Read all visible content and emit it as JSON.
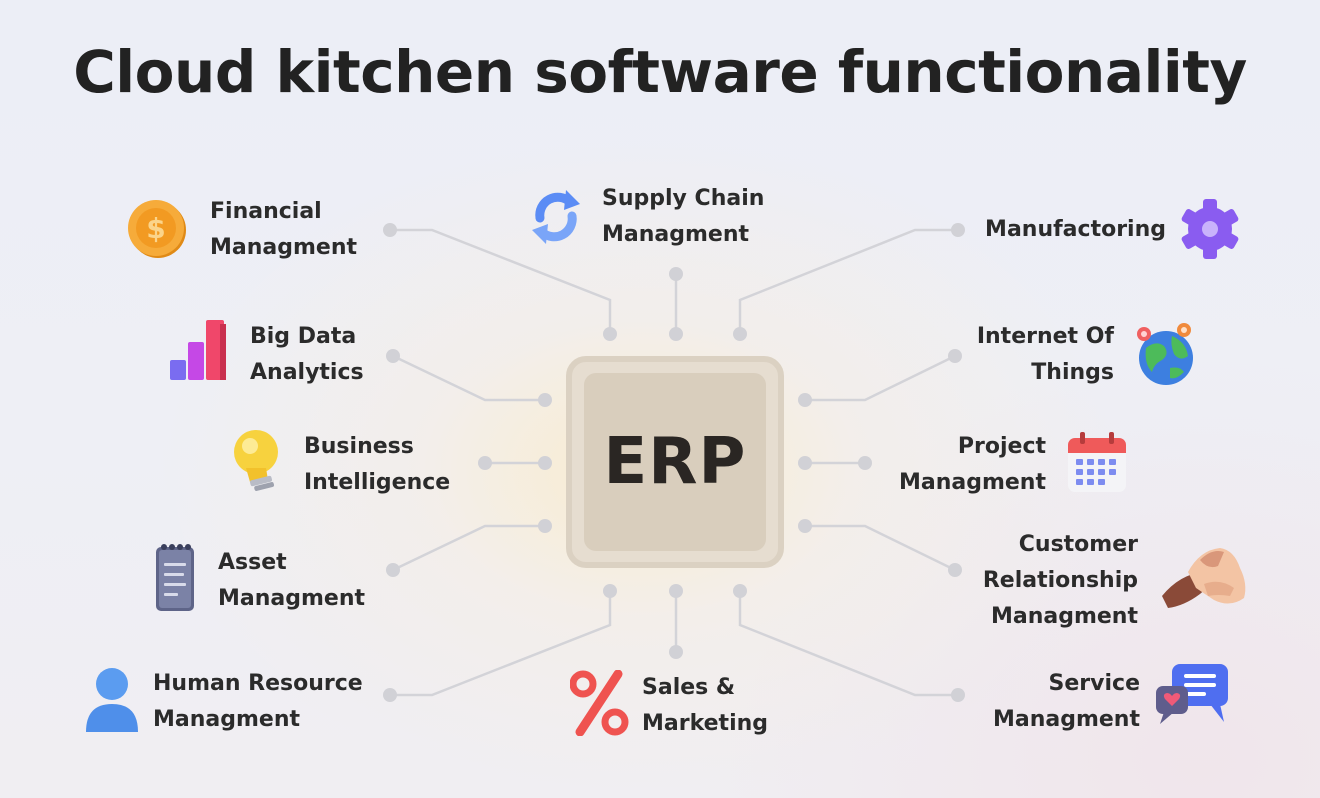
{
  "title": "Cloud kitchen software functionality",
  "center": {
    "label": "ERP"
  },
  "modules": [
    {
      "key": "financial",
      "lines": [
        "Financial",
        "Managment"
      ],
      "icon": "dollar-coin-icon"
    },
    {
      "key": "supply-chain",
      "lines": [
        "Supply Chain",
        "Managment"
      ],
      "icon": "sync-arrows-icon"
    },
    {
      "key": "manufactoring",
      "lines": [
        "Manufactoring"
      ],
      "icon": "gear-icon"
    },
    {
      "key": "big-data",
      "lines": [
        "Big Data",
        "Analytics"
      ],
      "icon": "bar-chart-icon"
    },
    {
      "key": "iot",
      "lines": [
        "Internet Of",
        "Things"
      ],
      "icon": "globe-icon"
    },
    {
      "key": "business-intelligence",
      "lines": [
        "Business",
        "Intelligence"
      ],
      "icon": "light-bulb-icon"
    },
    {
      "key": "project",
      "lines": [
        "Project",
        "Managment"
      ],
      "icon": "calendar-icon"
    },
    {
      "key": "asset",
      "lines": [
        "Asset",
        "Managment"
      ],
      "icon": "notepad-icon"
    },
    {
      "key": "crm",
      "lines": [
        "Customer",
        "Relationship",
        "Managment"
      ],
      "icon": "handshake-icon"
    },
    {
      "key": "hr",
      "lines": [
        "Human Resource",
        "Managment"
      ],
      "icon": "person-icon"
    },
    {
      "key": "sales",
      "lines": [
        "Sales &",
        "Marketing"
      ],
      "icon": "percent-icon"
    },
    {
      "key": "service",
      "lines": [
        "Service",
        "Managment"
      ],
      "icon": "chat-bubbles-icon"
    }
  ],
  "colors": {
    "text": "#2b2b2b",
    "connector": "#d3d3d8",
    "chip": "#d9cebd",
    "coin": "#f2a12c",
    "gear": "#8a5cf0",
    "sync": "#5b8cf5",
    "percent": "#ef5350",
    "person": "#4f8fea",
    "chat": "#4f6ef0"
  }
}
